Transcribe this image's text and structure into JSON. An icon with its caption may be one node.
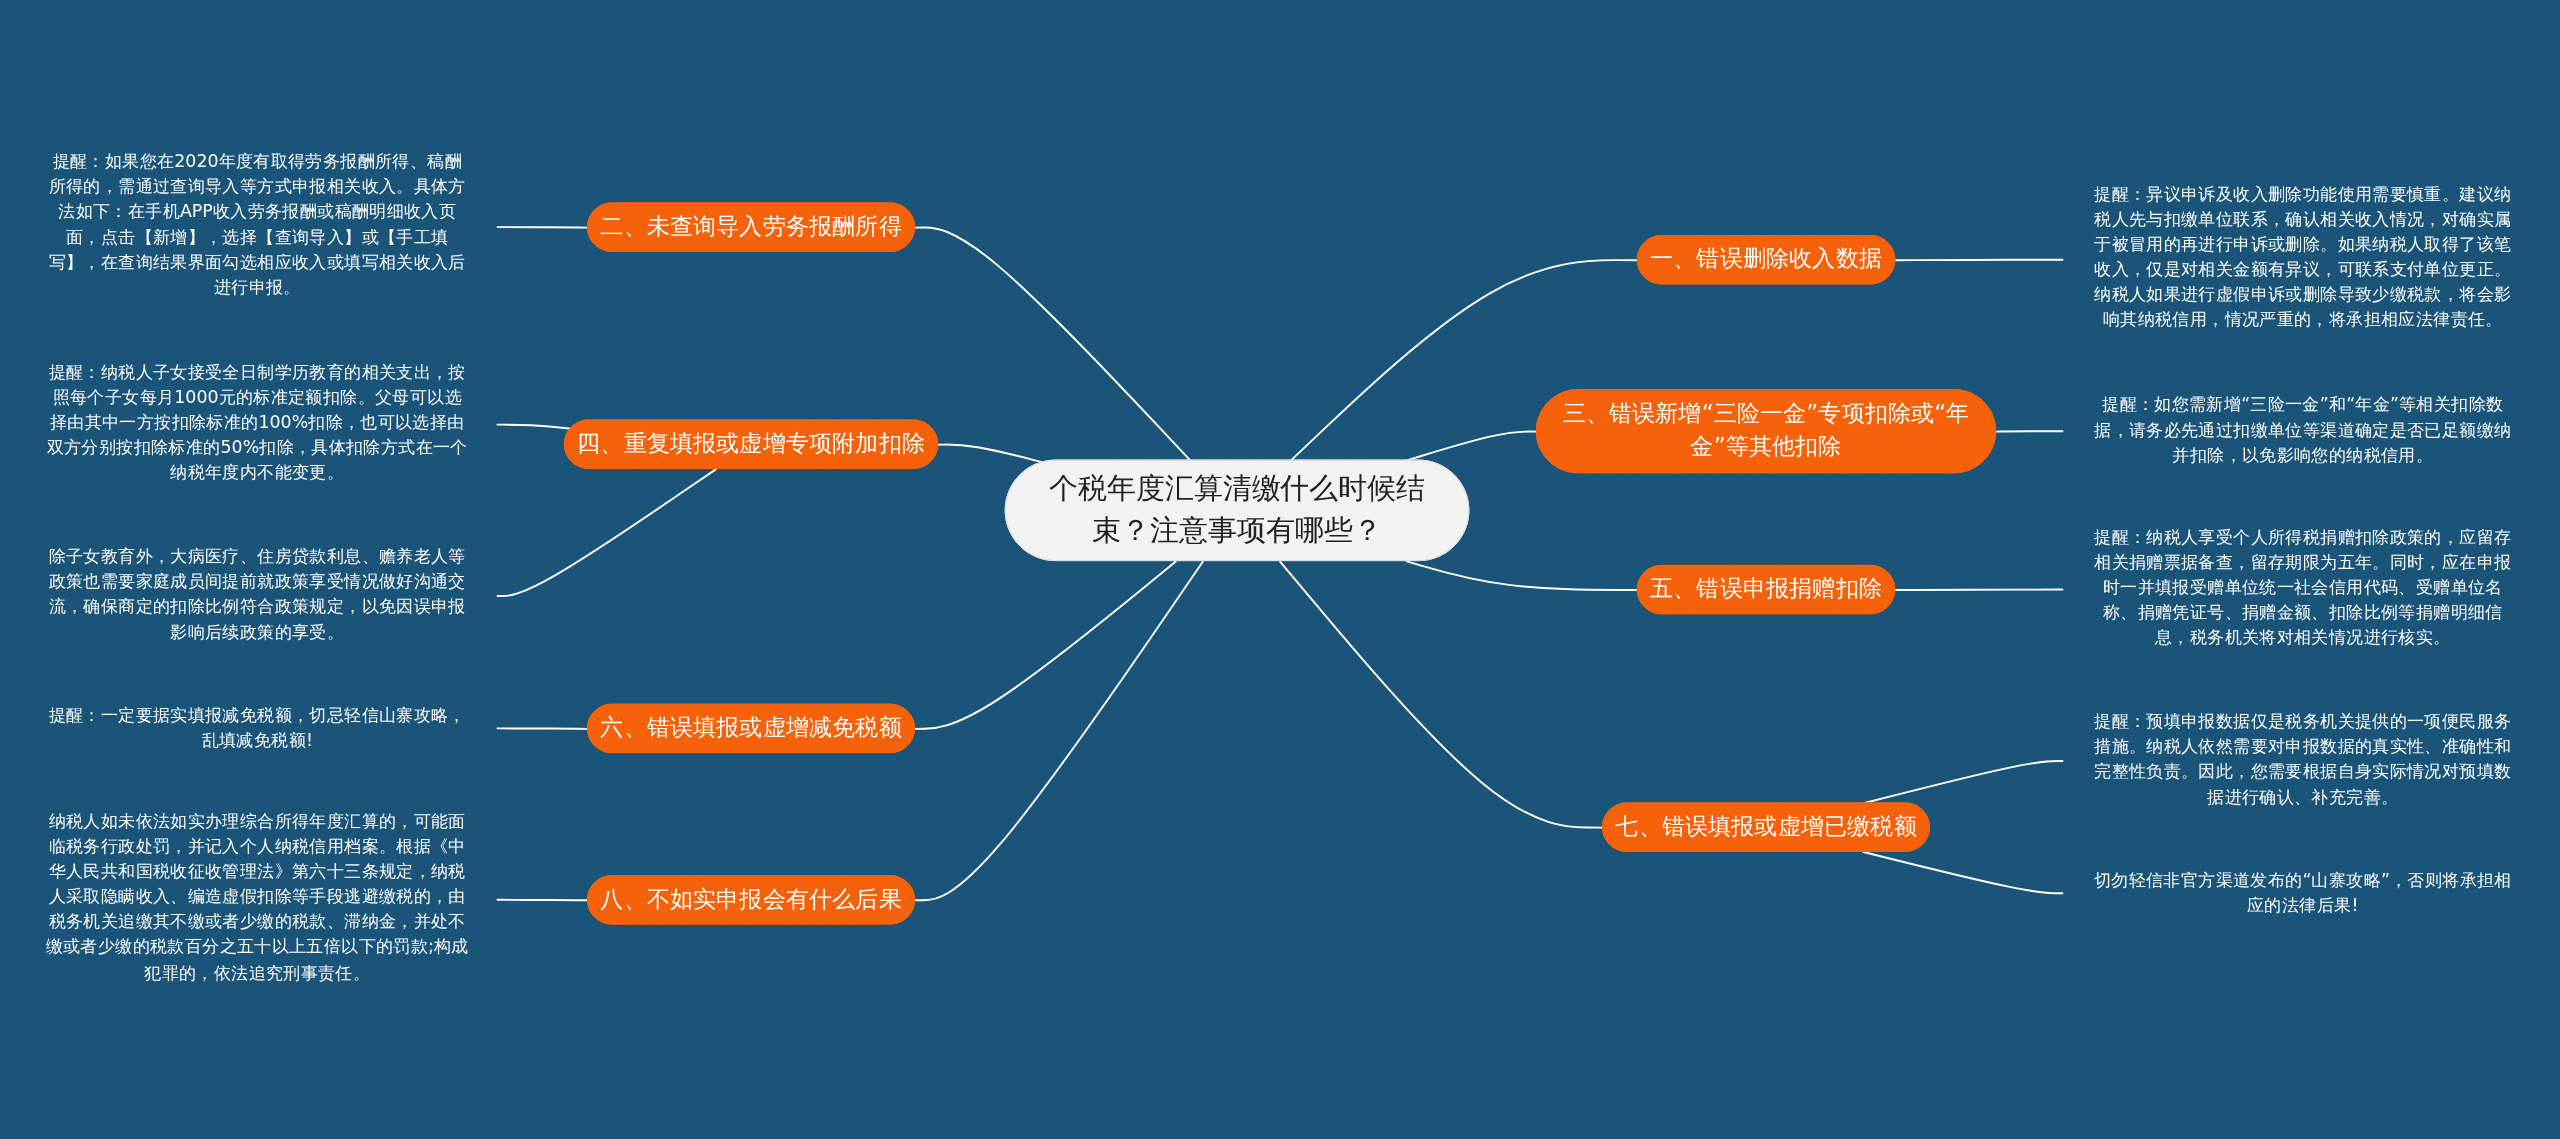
{
  "diagram": {
    "nodes": [
      {
        "text": [
          "个税年度汇算清缴什么时候结束？注意事项有哪些？"
        ]
      },
      {
        "text": [
          "一、错误删除收入数据"
        ]
      },
      {
        "text": [
          "提醒：异议申诉及收入删除功能使用需要慎重。建议纳税人先与扣缴单位联系，确认相关收入情况，对确实属于被冒用的再进行申诉或删除。如果纳税人取得了该笔收入，仅是对相关金额有异议，可联系支付单位更正。纳税人如果进行虚假申诉或删除导致少缴税款，将会影响其纳税信用，情况严重的，将承担相应法律责任。"
        ]
      },
      {
        "text": [
          "三、错误新增“三险一金”专项扣除或“年金”等其他扣除"
        ]
      },
      {
        "text": [
          "提醒：如您需新增“三险一金”和“年金”等相关扣除数据，请务必先通过扣缴单位等渠道确定是否已足额缴纳并扣除，以免影响您的纳税信用。"
        ]
      },
      {
        "text": [
          "五、错误申报捐赠扣除"
        ]
      },
      {
        "text": [
          "提醒：纳税人享受个人所得税捐赠扣除政策的，应留存相关捐赠票据备查，留存期限为五年。同时，应在申报时一并填报受赠单位统一社会信用代码、受赠单位名称、捐赠凭证号、捐赠金额、扣除比例等捐赠明细信息，税务机关将对相关情况进行核实。"
        ]
      },
      {
        "text": [
          "七、错误填报或虚增已缴税额"
        ]
      },
      {
        "text": [
          "提醒：预填申报数据仅是税务机关提供的一项便民服务措施。纳税人依然需要对申报数据的真实性、准确性和完整性负责。因此，您需要根据自身实际情况对预填数据进行确认、补充完善。"
        ]
      },
      {
        "text": [
          "切勿轻信非官方渠道发布的“山寨攻略”，否则将承担相应的法律后果!"
        ]
      },
      {
        "text": [
          "二、未查询导入劳务报酬所得"
        ]
      },
      {
        "text": [
          "提醒：如果您在2020年度有取得劳务报酬所得、稿酬所得的，需通过查询导入等方式申报相关收入。具体方法如下：在手机APP收入劳务报酬或稿酬明细收入页面，点击【新增】，选择【查询导入】或【手工填写】，在查询结果界面勾选相应收入或填写相关收入后进行申报。"
        ]
      },
      {
        "text": [
          "四、重复填报或虚增专项附加扣除"
        ]
      },
      {
        "text": [
          "提醒：纳税人子女接受全日制学历教育的相关支出，按照每个子女每月1000元的标准定额扣除。父母可以选择由其中一方按扣除标准的100%扣除，也可以选择由双方分别按扣除标准的50%扣除，具体扣除方式在一个纳税年度内不能变更。"
        ]
      },
      {
        "text": [
          "除子女教育外，大病医疗、住房贷款利息、赡养老人等政策也需要家庭成员间提前就政策享受情况做好沟通交流，确保商定的扣除比例符合政策规定，以免因误申报影响后续政策的享受。"
        ]
      },
      {
        "text": [
          "六、错误填报或虚增减免税额"
        ]
      },
      {
        "text": [
          "提醒：一定要据实填报减免税额，切忌轻信山寨攻略，乱填减免税额!"
        ]
      },
      {
        "text": [
          "八、不如实申报会有什么后果"
        ]
      },
      {
        "text": [
          "纳税人如未依法如实办理综合所得年度汇算的，可能面临税务行政处罚，并记入个人纳税信用档案。根据《中华人民共和国税收征收管理法》第六十三条规定，纳税人采取隐瞒收入、编造虚假扣除等手段逃避缴税的，由税务机关追缴其不缴或者少缴的税款、滞纳金，并处不缴或者少缴的税款百分之五十以上五倍以下的罚款;构成犯罪的，依法追究刑事责任。"
        ]
      }
    ],
    "edges": [
      {
        "from": 0,
        "to": 1,
        "arrow": "none"
      },
      {
        "from": 1,
        "to": 2,
        "arrow": "none"
      },
      {
        "from": 0,
        "to": 3,
        "arrow": "none"
      },
      {
        "from": 3,
        "to": 4,
        "arrow": "none"
      },
      {
        "from": 0,
        "to": 5,
        "arrow": "none"
      },
      {
        "from": 5,
        "to": 6,
        "arrow": "none"
      },
      {
        "from": 0,
        "to": 7,
        "arrow": "none"
      },
      {
        "from": 7,
        "to": 8,
        "arrow": "none"
      },
      {
        "from": 7,
        "to": 9,
        "arrow": "none"
      },
      {
        "from": 0,
        "to": 10,
        "arrow": "none"
      },
      {
        "from": 10,
        "to": 11,
        "arrow": "none"
      },
      {
        "from": 0,
        "to": 12,
        "arrow": "none"
      },
      {
        "from": 12,
        "to": 13,
        "arrow": "none"
      },
      {
        "from": 12,
        "to": 14,
        "arrow": "none"
      },
      {
        "from": 0,
        "to": 15,
        "arrow": "none"
      },
      {
        "from": 15,
        "to": 16,
        "arrow": "none"
      },
      {
        "from": 0,
        "to": 17,
        "arrow": "none"
      },
      {
        "from": 17,
        "to": 18,
        "arrow": "none"
      }
    ]
  }
}
